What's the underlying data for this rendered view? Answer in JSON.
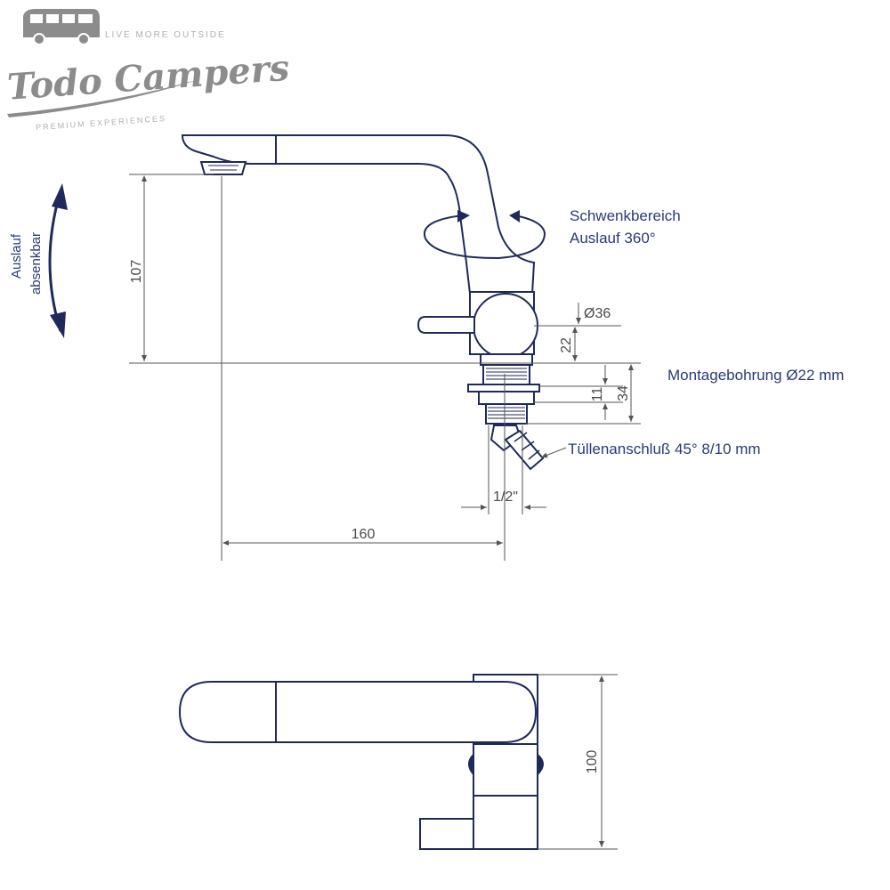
{
  "logo": {
    "name": "Todo Campers",
    "tagline": "LIVE MORE OUTSIDE",
    "subtitle": "PREMIUM EXPERIENCES",
    "color": "#8c8c8c"
  },
  "labels": {
    "spout_lowerable": [
      "Auslauf",
      "absenkbar"
    ],
    "swivel_range": [
      "Schwenkbereich",
      "Auslauf 360°"
    ],
    "mounting_hole": "Montagebohrung Ø22 mm",
    "hose_connection": "Tüllenanschluß 45° 8/10 mm"
  },
  "dimensions": {
    "height_107": "107",
    "diameter_36": "Ø36",
    "height_22": "22",
    "height_11": "11",
    "height_34": "34",
    "thread_half_inch": "1/2\"",
    "length_160": "160",
    "width_100": "100"
  },
  "colors": {
    "outline": "#1f2a5a",
    "arrow": "#1f2a5a",
    "dimension_line": "#555555",
    "label_text": "#2a3a78"
  }
}
